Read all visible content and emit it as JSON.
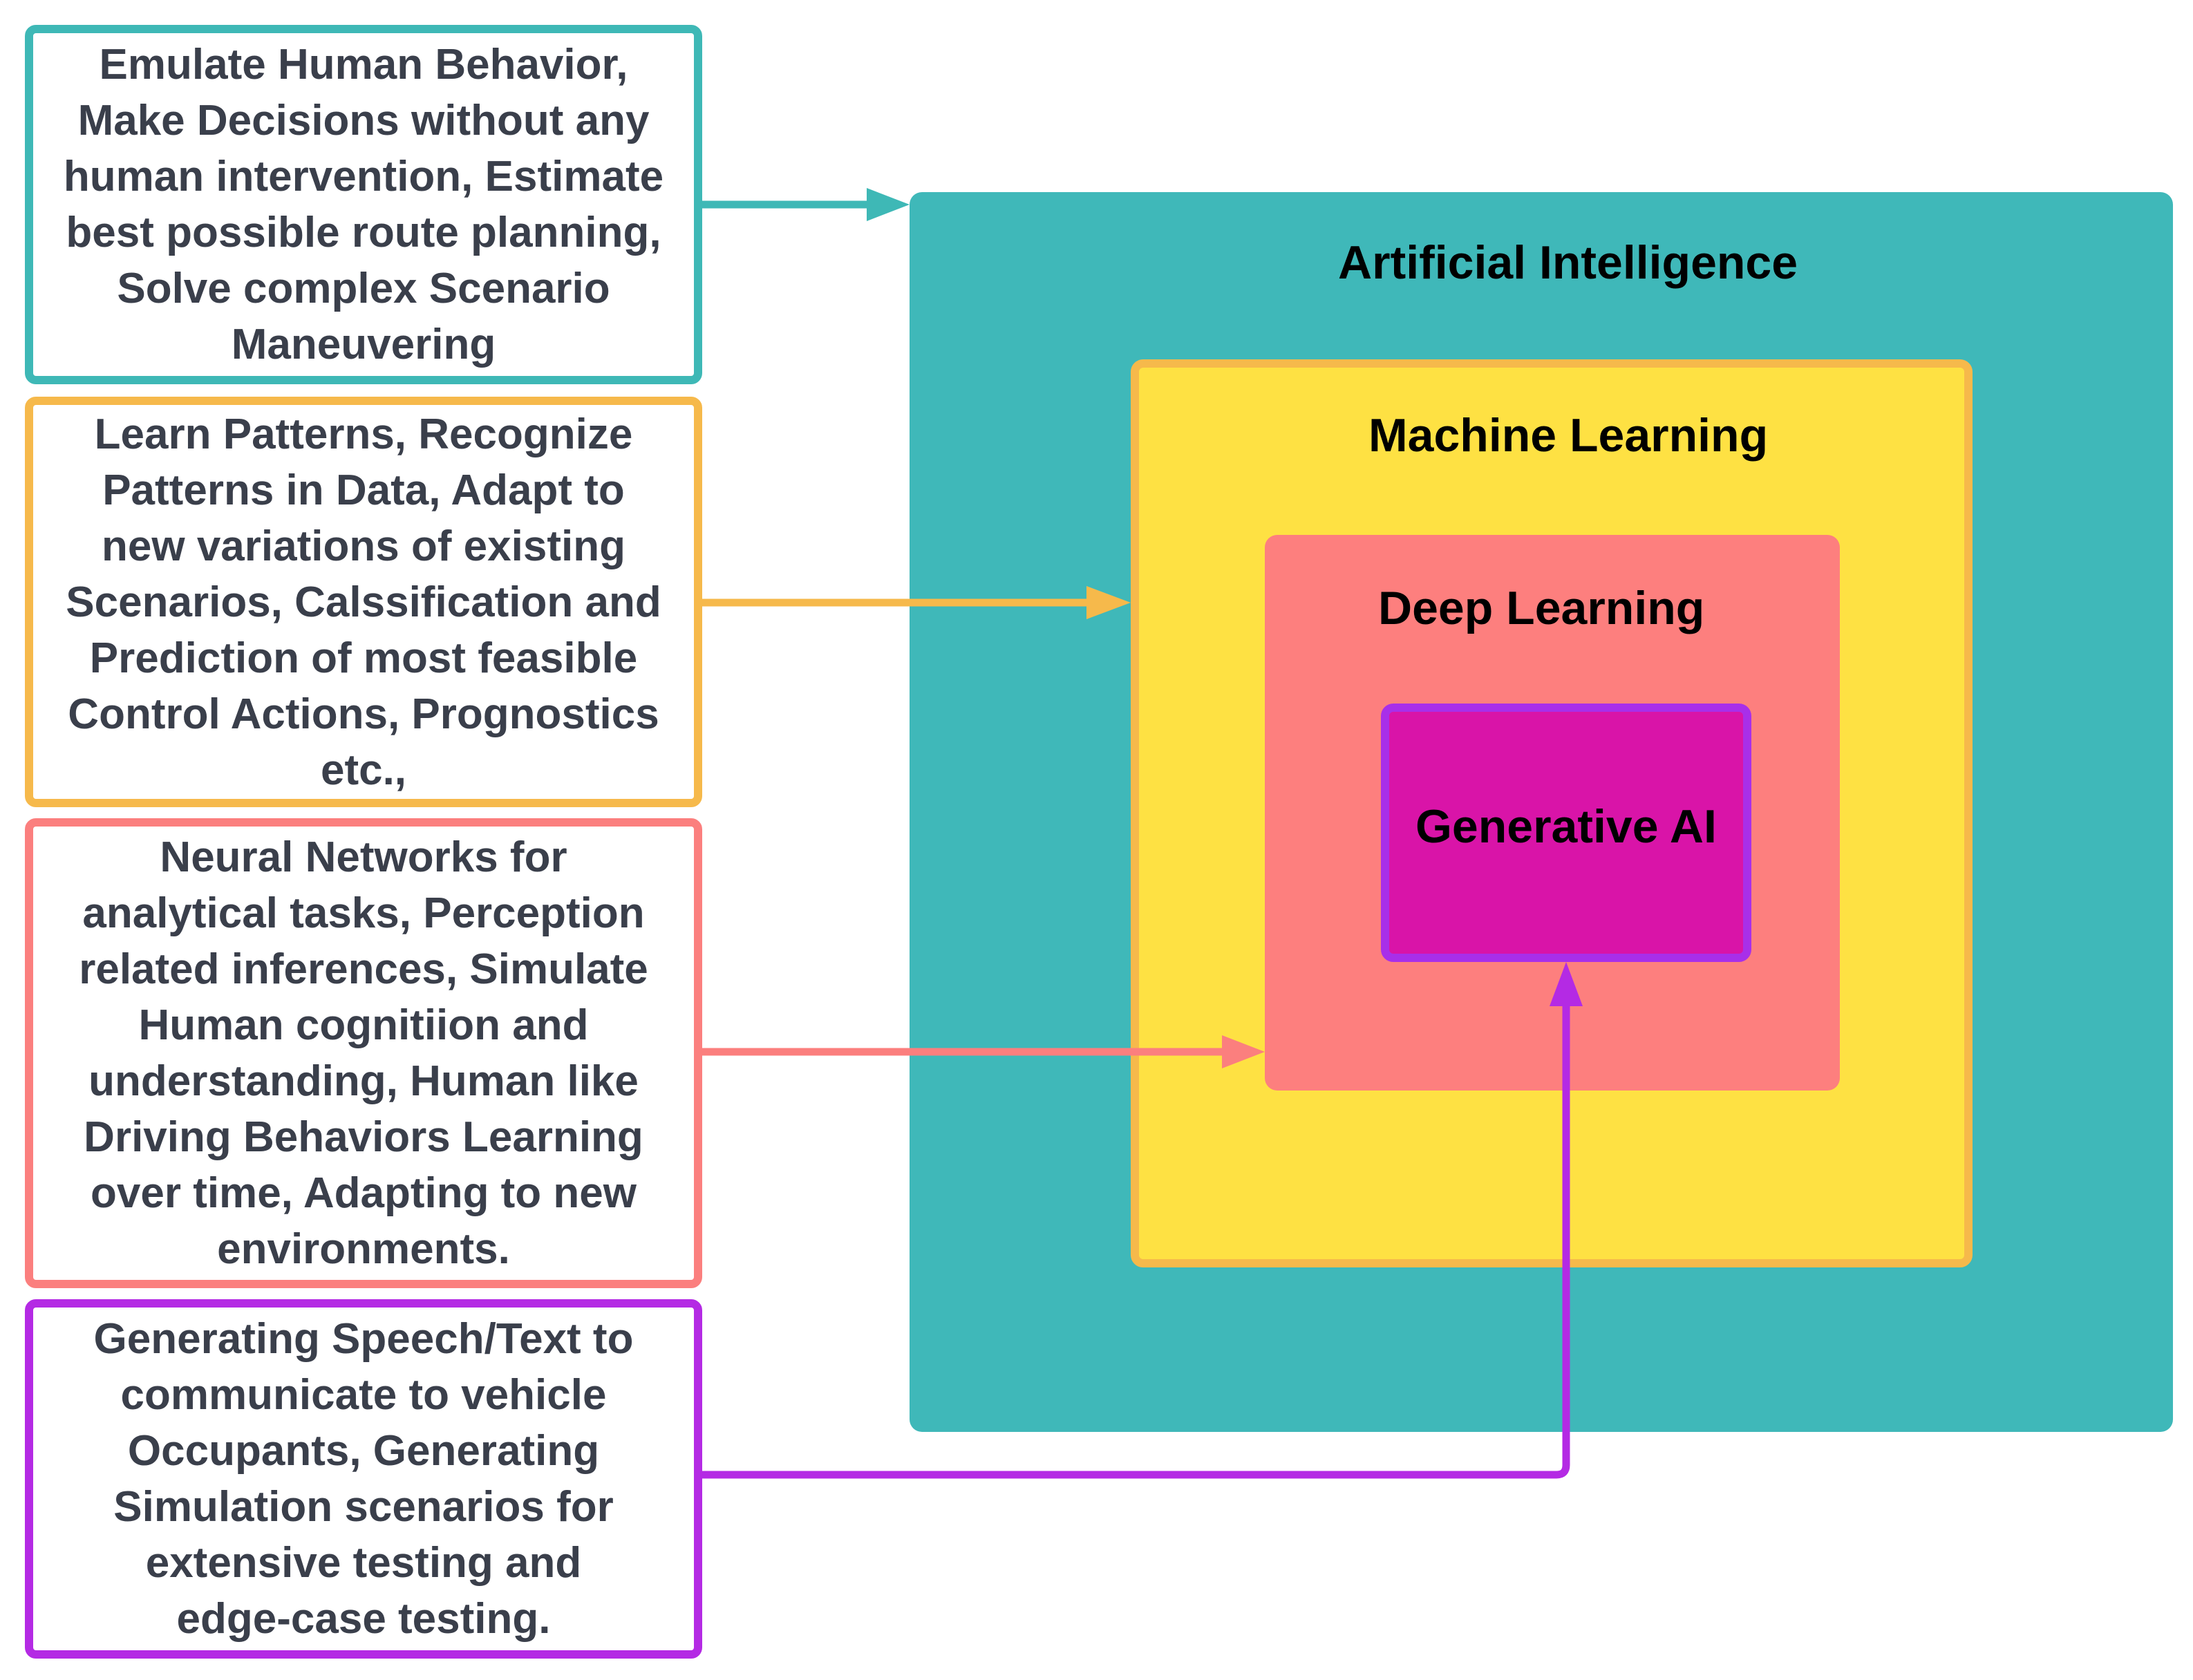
{
  "descriptions": {
    "ai": {
      "lines": [
        "Emulate Human Behavior,",
        "Make Decisions without any",
        "human intervention, Estimate",
        "best possible route planning,",
        "Solve complex Scenario",
        "Maneuvering"
      ]
    },
    "ml": {
      "lines": [
        "Learn Patterns, Recognize",
        "Patterns in Data, Adapt to",
        "new variations of existing",
        "Scenarios, Calssification and",
        "Prediction of most feasible",
        "Control Actions, Prognostics",
        "etc.,"
      ]
    },
    "dl": {
      "lines": [
        "Neural Networks for",
        "analytical tasks, Perception",
        "related inferences, Simulate",
        "Human cognitiion and",
        "understanding, Human like",
        "Driving Behaviors Learning",
        "over time, Adapting to new",
        "environments."
      ]
    },
    "gen": {
      "lines": [
        "Generating Speech/Text to",
        "communicate to vehicle",
        "Occupants, Generating",
        "Simulation scenarios for",
        "extensive testing and",
        "edge-case testing."
      ]
    }
  },
  "layers": {
    "ai": {
      "title": "Artificial Intelligence"
    },
    "ml": {
      "title": "Machine Learning"
    },
    "dl": {
      "title": "Deep Learning"
    },
    "gen": {
      "title": "Generative AI"
    }
  },
  "colors": {
    "ai_teal": "#3fb8b9",
    "ml_yellow": "#fee143",
    "ml_orange_border": "#f6b94b",
    "dl_salmon": "#fd7f7e",
    "gen_magenta": "#d914a8",
    "gen_purple": "#b42ae4",
    "text_dark": "#3a3f4b"
  }
}
